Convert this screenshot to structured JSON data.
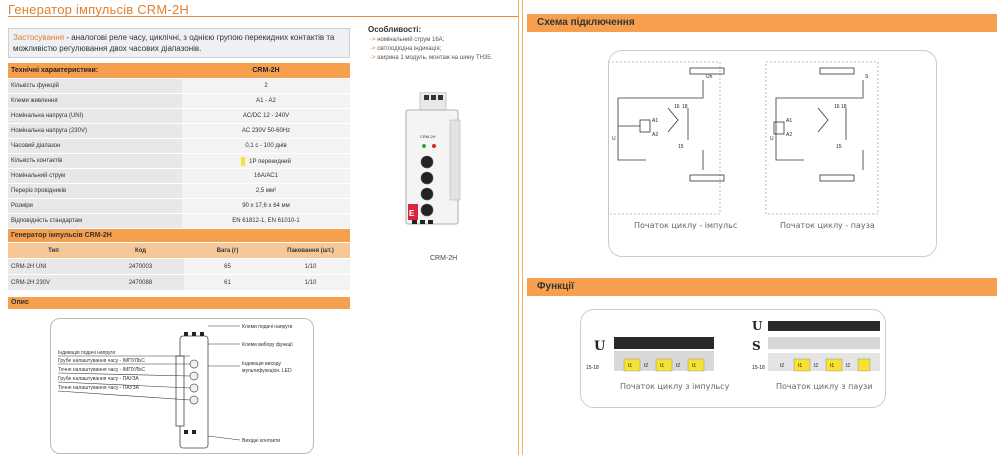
{
  "page": {
    "title": "Генератор імпульсів CRM-2H",
    "application_label": "Застосування",
    "application_text": " - аналогові реле часу, циклічні, з однією групою перекидних контактів та можливістю регулювання двох часових діапазонів."
  },
  "specs": {
    "header_label": "Технічні характеристики:",
    "header_model": "CRM-2H",
    "rows": [
      {
        "k": "Кількість функцій",
        "v": "2"
      },
      {
        "k": "Клеми живлення",
        "v": "A1 - A2"
      },
      {
        "k": "Номінальна напруга (UNI)",
        "v": "AC/DC 12 - 240V"
      },
      {
        "k": "Номінальна напруга (230V)",
        "v": "AC 230V 50-60Hz"
      },
      {
        "k": "Часовий діапазон",
        "v": "0,1 с - 100 днів"
      },
      {
        "k": "Кількість контактів",
        "v": "1Р перекидний"
      },
      {
        "k": "Номінальний струм",
        "v": "16А/АС1"
      },
      {
        "k": "Переріз провідників",
        "v": "2,5 мм²"
      },
      {
        "k": "Розміри",
        "v": "90 x 17,6 x 64 мм"
      },
      {
        "k": "Відповідність стандартам",
        "v": "EN 61812-1, EN 61010-1"
      }
    ]
  },
  "generator": {
    "header": "Генератор імпульсів CRM-2H",
    "columns": [
      "Тип",
      "Код",
      "Вага (г)",
      "Паковання (шт.)"
    ],
    "rows": [
      [
        "CRM-2H UNI",
        "2470003",
        "65",
        "1/10"
      ],
      [
        "CRM-2H 230V",
        "2470088",
        "61",
        "1/10"
      ]
    ]
  },
  "opis": {
    "header": "Опис",
    "left_labels": [
      "Індикація подачі напруги",
      "Грубе налаштування часу - ІМПУЛЬС",
      "Точне налаштування часу - ІМПУЛЬС",
      "Грубе налаштування часу - ПАУЗА",
      "Точне налаштування часу - ПАУЗА"
    ],
    "right_labels": [
      "Клеми подачі напруги",
      "Клеми вибору функції",
      "Індикація виходу",
      "мультифункціон. LED",
      "Вихідні контакти"
    ]
  },
  "features": {
    "title": "Особливості:",
    "items": [
      "номінальний струм 16А;",
      "світлодіодна індикація;",
      "ширина 1 модуль, монтаж на шину TH35."
    ]
  },
  "device": {
    "label": "CRM-2H",
    "front_model": "CRM-2H"
  },
  "schema": {
    "header": "Схема підключення",
    "caption_left": "Початок циклу - імпульс",
    "caption_right": "Початок циклу - пауза",
    "terminals": {
      "a1": "A1",
      "a2": "A2",
      "t15": "15",
      "t16": "16",
      "t18": "18",
      "un": "Un",
      "u": "U",
      "s": "S"
    }
  },
  "functions": {
    "header": "Функції",
    "left_U": "U",
    "right_U": "U",
    "right_S": "S",
    "axis": "15-18",
    "t1": "t1",
    "t2": "t2",
    "caption_left": "Початок циклу з імпульсу",
    "caption_right": "Початок циклу з паузи"
  },
  "colors": {
    "accent": "#f6a04f",
    "yellow": "#f5e232",
    "dark": "#2a2a2a"
  }
}
